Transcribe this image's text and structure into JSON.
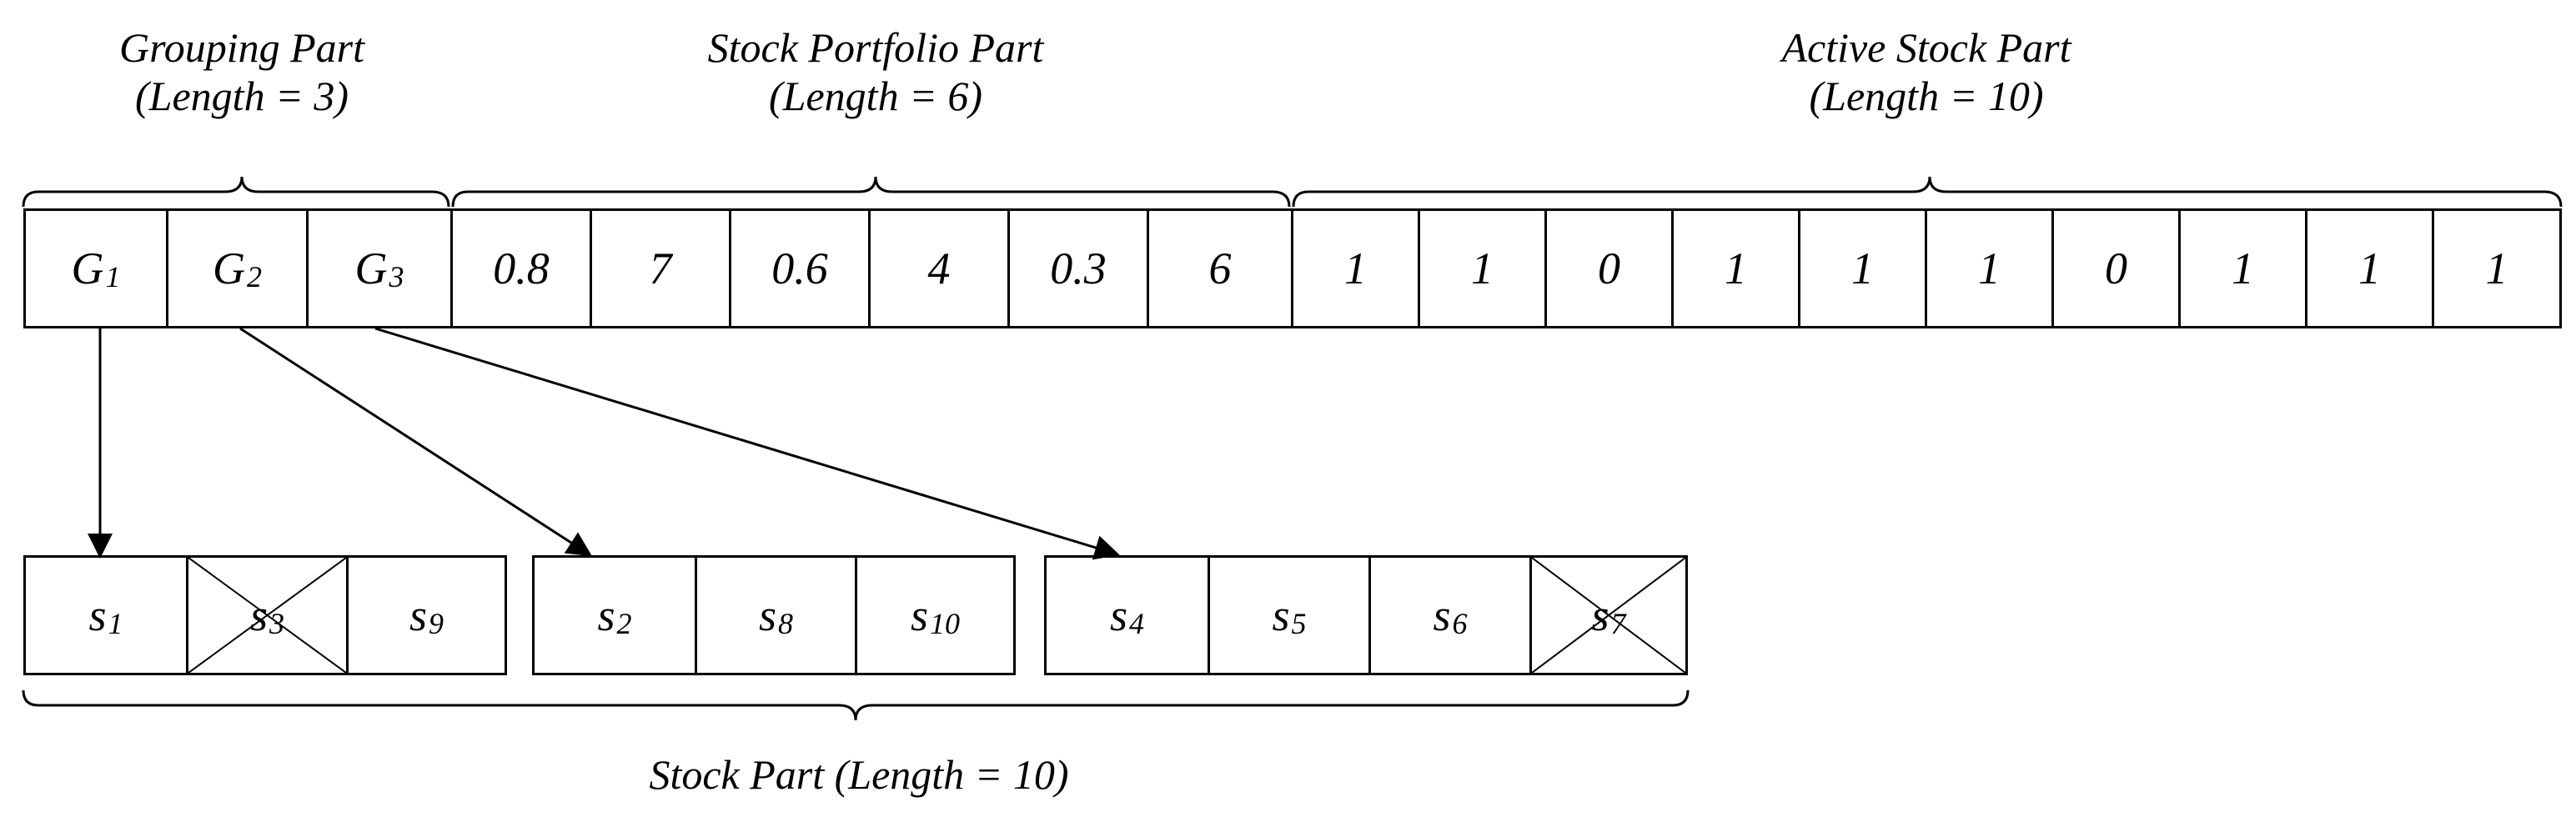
{
  "headers": {
    "grouping": {
      "title": "Grouping Part",
      "length": "(Length = 3)"
    },
    "portfolio": {
      "title": "Stock Portfolio Part",
      "length": "(Length = 6)"
    },
    "active": {
      "title": "Active Stock Part",
      "length": "(Length = 10)"
    }
  },
  "chromosome": {
    "groups": [
      {
        "base": "G",
        "sub": "1"
      },
      {
        "base": "G",
        "sub": "2"
      },
      {
        "base": "G",
        "sub": "3"
      }
    ],
    "portfolio": [
      "0.8",
      "7",
      "0.6",
      "4",
      "0.3",
      "6"
    ],
    "active": [
      "1",
      "1",
      "0",
      "1",
      "1",
      "1",
      "0",
      "1",
      "1",
      "1"
    ]
  },
  "stock_groups": [
    {
      "stocks": [
        {
          "base": "s",
          "sub": "1",
          "crossed": false
        },
        {
          "base": "s",
          "sub": "3",
          "crossed": true
        },
        {
          "base": "s",
          "sub": "9",
          "crossed": false
        }
      ]
    },
    {
      "stocks": [
        {
          "base": "s",
          "sub": "2",
          "crossed": false
        },
        {
          "base": "s",
          "sub": "8",
          "crossed": false
        },
        {
          "base": "s",
          "sub": "10",
          "crossed": false
        }
      ]
    },
    {
      "stocks": [
        {
          "base": "s",
          "sub": "4",
          "crossed": false
        },
        {
          "base": "s",
          "sub": "5",
          "crossed": false
        },
        {
          "base": "s",
          "sub": "6",
          "crossed": false
        },
        {
          "base": "s",
          "sub": "7",
          "crossed": true
        }
      ]
    }
  ],
  "footer": {
    "label": "Stock Part (Length = 10)"
  }
}
